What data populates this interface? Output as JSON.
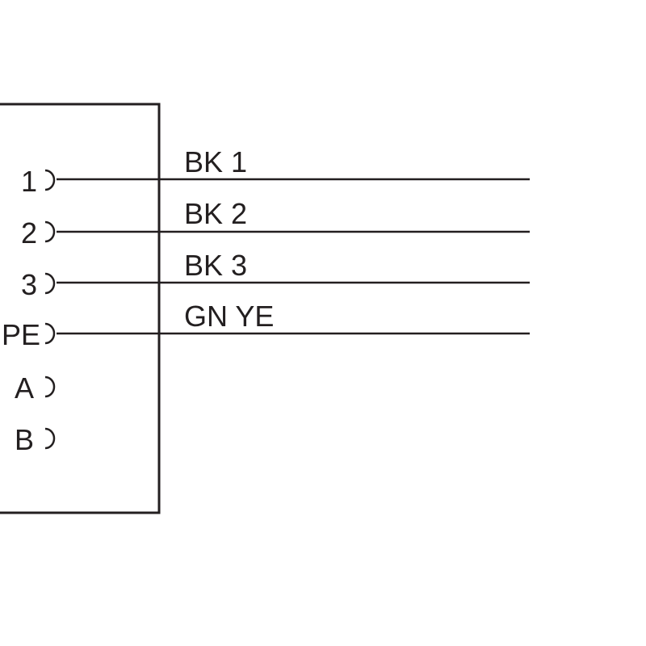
{
  "diagram": {
    "line_color": "#231f20",
    "pins": [
      {
        "label": "1",
        "wire": "BK 1"
      },
      {
        "label": "2",
        "wire": "BK 2"
      },
      {
        "label": "3",
        "wire": "BK 3"
      },
      {
        "label": "PE",
        "wire": "GN YE"
      },
      {
        "label": "A",
        "wire": null
      },
      {
        "label": "B",
        "wire": null
      }
    ]
  }
}
